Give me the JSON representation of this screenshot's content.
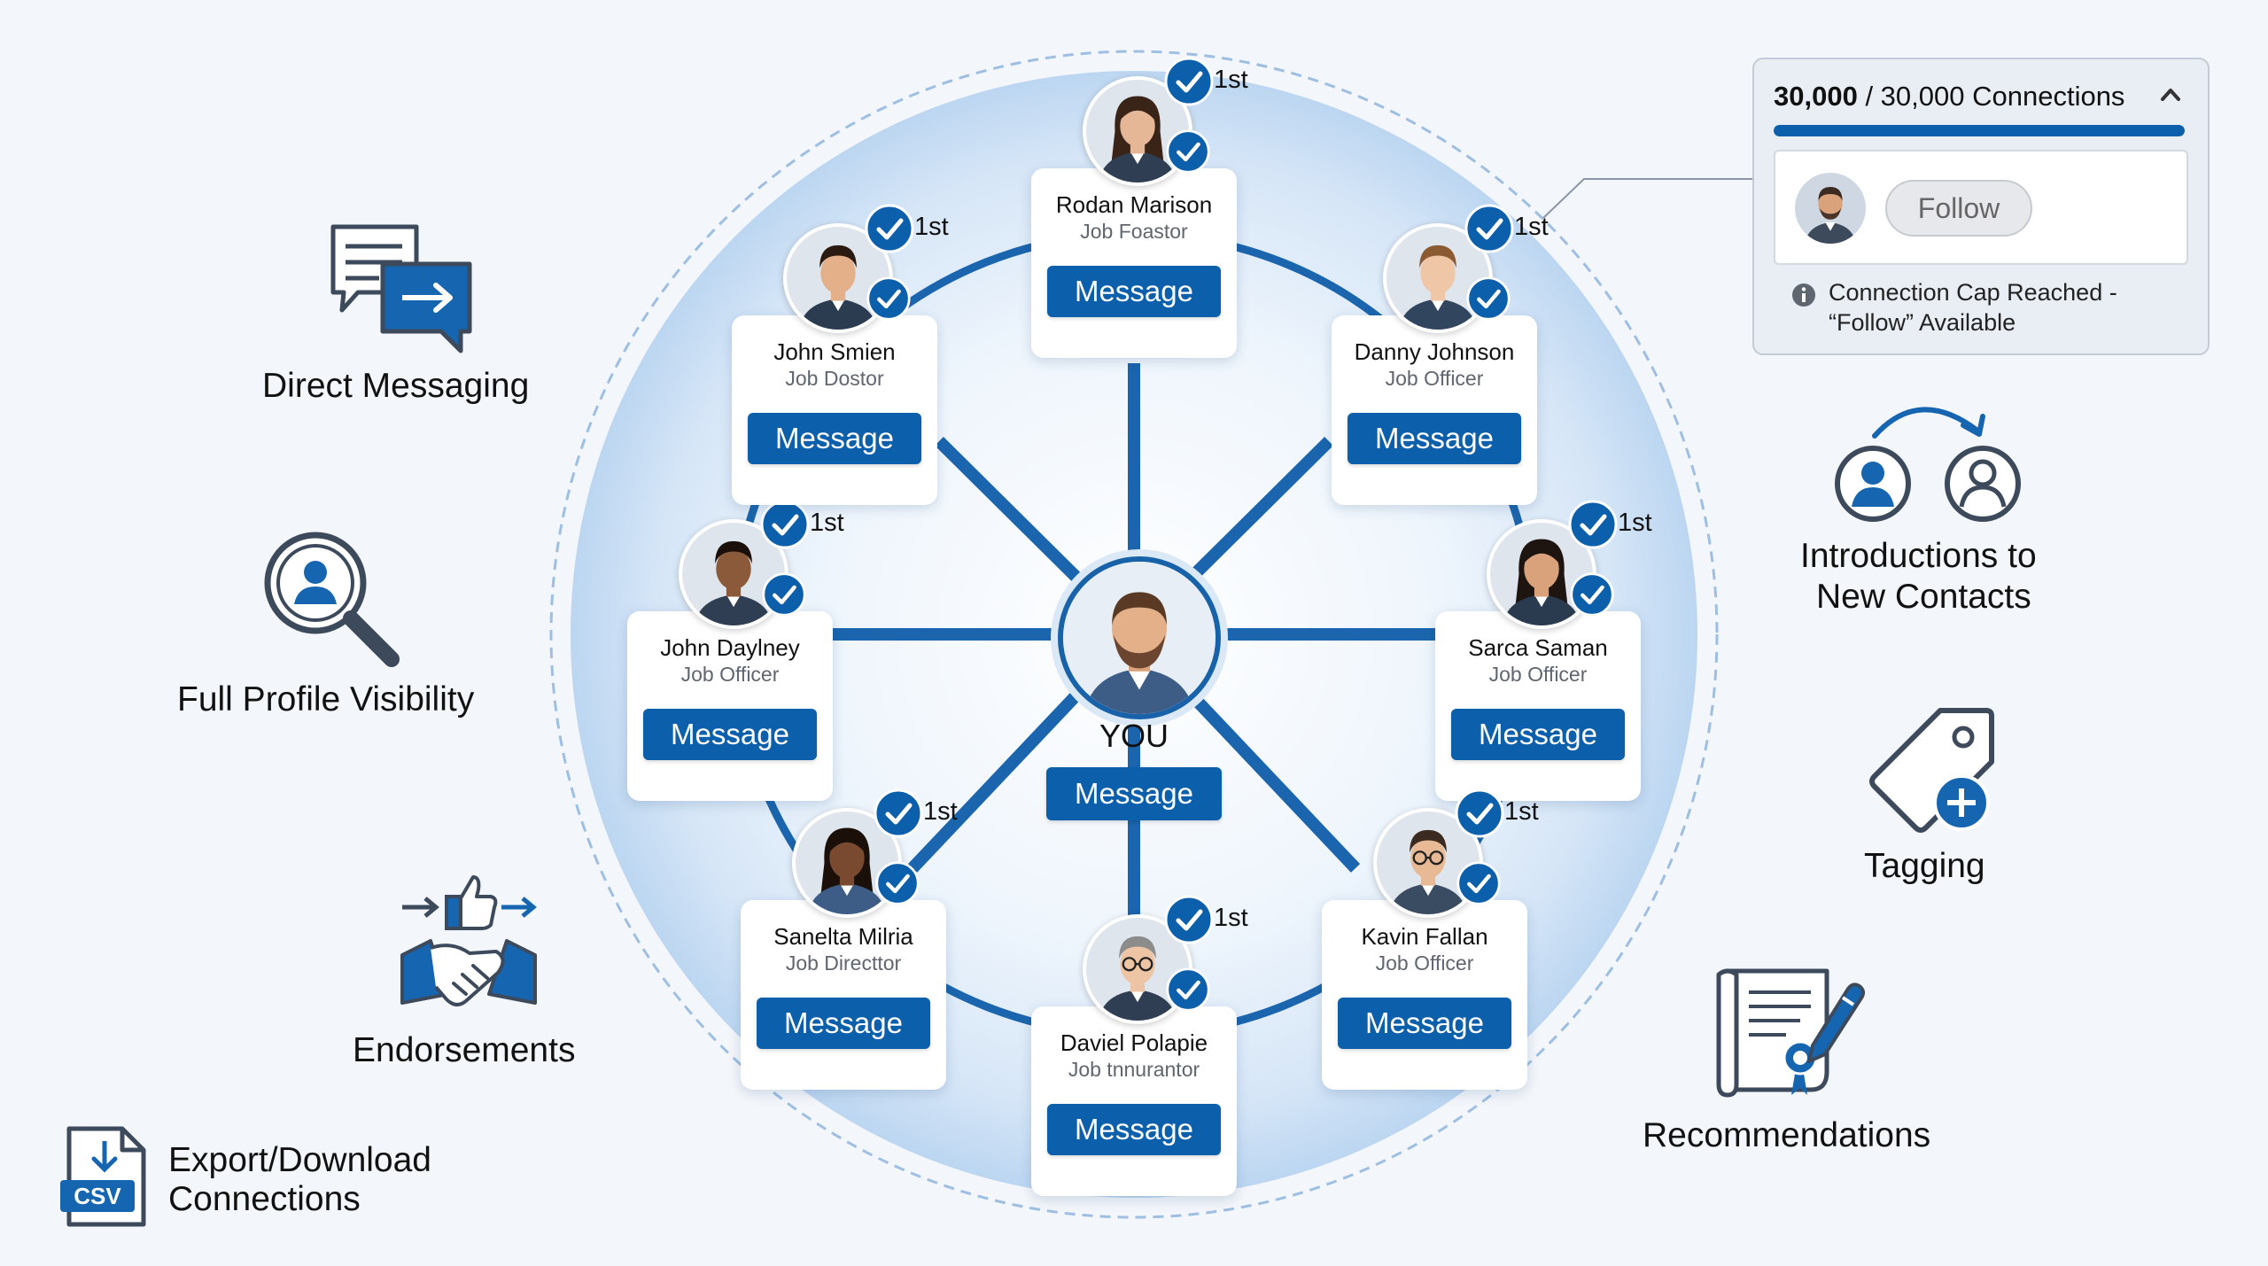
{
  "colors": {
    "accent": "#0b5fab",
    "accent_dark": "#1762a8",
    "circle_outer": "#cfe1f5",
    "circle_inner": "#ffffff",
    "icon_stroke": "#3d4a5c",
    "spoke": "#1a65ad"
  },
  "center": {
    "label": "YOU",
    "button": "Message"
  },
  "connections": [
    {
      "name": "Rodan Marison",
      "title": "Job Foastor",
      "degree": "1st",
      "button": "Message"
    },
    {
      "name": "Danny Johnson",
      "title": "Job Officer",
      "degree": "1st",
      "button": "Message"
    },
    {
      "name": "Sarca Saman",
      "title": "Job Officer",
      "degree": "1st",
      "button": "Message"
    },
    {
      "name": "Kavin Fallan",
      "title": "Job Officer",
      "degree": "1st",
      "button": "Message"
    },
    {
      "name": "Daviel Polapie",
      "title": "Job tnnurantor",
      "degree": "1st",
      "button": "Message"
    },
    {
      "name": "Sanelta Milria",
      "title": "Job Directtor",
      "degree": "1st",
      "button": "Message"
    },
    {
      "name": "John Daylney",
      "title": "Job Officer",
      "degree": "1st",
      "button": "Message"
    },
    {
      "name": "John Smien",
      "title": "Job Dostor",
      "degree": "1st",
      "button": "Message"
    }
  ],
  "features": {
    "direct_messaging": {
      "label": "Direct Messaging",
      "icon": "chat-bubbles-icon"
    },
    "profile_visibility": {
      "label": "Full Profile Visibility",
      "icon": "magnifier-person-icon"
    },
    "endorsements": {
      "label": "Endorsements",
      "icon": "handshake-thumbs-up-icon"
    },
    "export": {
      "line1": "Export/Download",
      "line2": "Connections",
      "badge": "CSV",
      "icon": "csv-file-icon"
    },
    "introductions": {
      "line1": "Introductions to",
      "line2": "New Contacts",
      "icon": "two-people-arrow-icon"
    },
    "tagging": {
      "label": "Tagging",
      "icon": "tag-plus-icon"
    },
    "recommendations": {
      "label": "Recommendations",
      "icon": "certificate-pen-icon"
    }
  },
  "cap_panel": {
    "count_current": "30,000",
    "count_separator": " / ",
    "count_total": "30,000 Connections",
    "progress": 1.0,
    "follow_button": "Follow",
    "note_line1": "Connection Cap Reached -",
    "note_line2": "“Follow” Available",
    "icons": [
      "chevron-up-icon",
      "info-icon",
      "avatar"
    ]
  }
}
